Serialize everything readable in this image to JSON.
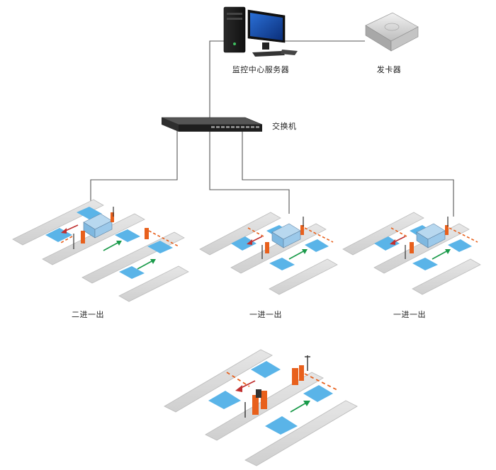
{
  "labels": {
    "server": "监控中心服务器",
    "card_issuer": "发卡器",
    "switch": "交换机",
    "lane_left": "二进一出",
    "lane_mid": "一进一出",
    "lane_right": "一进一出"
  },
  "colors": {
    "cable": "#555555",
    "road": "#dcdcdc",
    "road_edge": "#bfbfbf",
    "zone": "#5ab4e8",
    "barrier": "#e8601c",
    "arrow": "#1a9a4a",
    "arrow_out": "#c03030",
    "guard_booth": "#7fb8e0"
  },
  "icons": {
    "server": "desktop-computer-icon",
    "card_issuer": "card-reader-icon",
    "switch": "network-switch-icon"
  }
}
